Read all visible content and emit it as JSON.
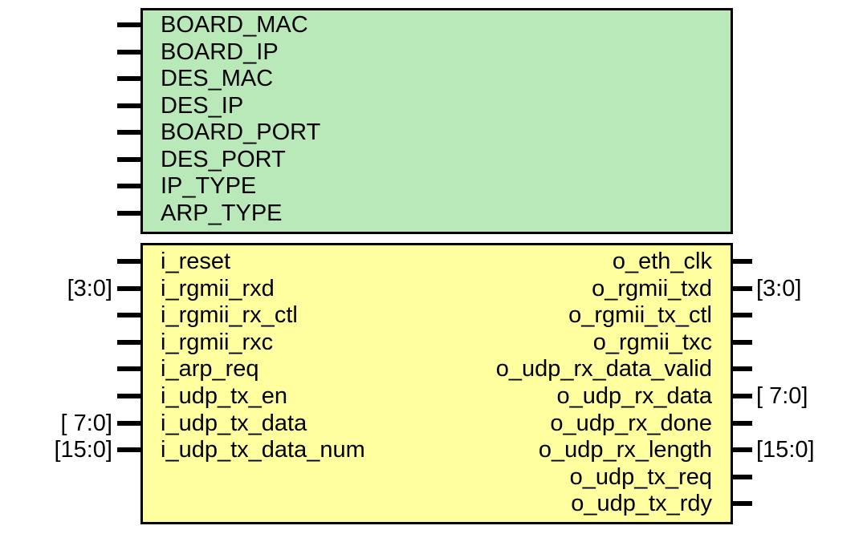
{
  "colors": {
    "parameter_block_fill": "#b9e8b9",
    "port_block_fill": "#ffff9f",
    "outline": "#000000"
  },
  "parameter_block": {
    "parameters": [
      "BOARD_MAC",
      "BOARD_IP",
      "DES_MAC",
      "DES_IP",
      "BOARD_PORT",
      "DES_PORT",
      "IP_TYPE",
      "ARP_TYPE"
    ]
  },
  "port_block": {
    "inputs": [
      {
        "name": "i_reset",
        "width": ""
      },
      {
        "name": "i_rgmii_rxd",
        "width": "[3:0]"
      },
      {
        "name": "i_rgmii_rx_ctl",
        "width": ""
      },
      {
        "name": "i_rgmii_rxc",
        "width": ""
      },
      {
        "name": "i_arp_req",
        "width": ""
      },
      {
        "name": "i_udp_tx_en",
        "width": ""
      },
      {
        "name": "i_udp_tx_data",
        "width": "[ 7:0]"
      },
      {
        "name": "i_udp_tx_data_num",
        "width": "[15:0]"
      }
    ],
    "outputs": [
      {
        "name": "o_eth_clk",
        "width": ""
      },
      {
        "name": "o_rgmii_txd",
        "width": "[3:0]"
      },
      {
        "name": "o_rgmii_tx_ctl",
        "width": ""
      },
      {
        "name": "o_rgmii_txc",
        "width": ""
      },
      {
        "name": "o_udp_rx_data_valid",
        "width": ""
      },
      {
        "name": "o_udp_rx_data",
        "width": "[ 7:0]"
      },
      {
        "name": "o_udp_rx_done",
        "width": ""
      },
      {
        "name": "o_udp_rx_length",
        "width": "[15:0]"
      },
      {
        "name": "o_udp_tx_req",
        "width": ""
      },
      {
        "name": "o_udp_tx_rdy",
        "width": ""
      }
    ]
  }
}
